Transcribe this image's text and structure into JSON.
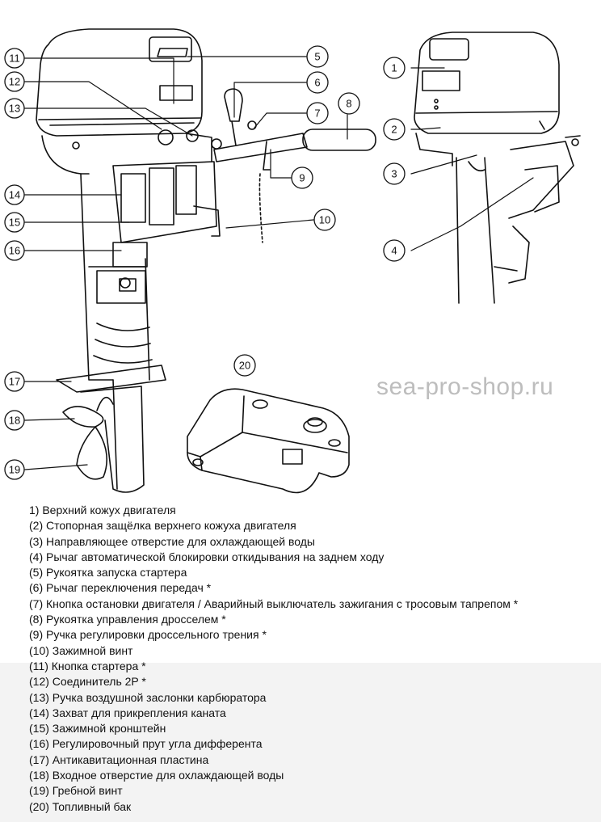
{
  "watermark": "sea-pro-shop.ru",
  "callouts": [
    "11",
    "12",
    "13",
    "14",
    "15",
    "16",
    "17",
    "18",
    "19",
    "5",
    "6",
    "7",
    "8",
    "9",
    "10",
    "1",
    "2",
    "3",
    "4",
    "20"
  ],
  "legend": [
    "1) Верхний кожух двигателя",
    "(2) Стопорная защёлка верхнего кожуха двигателя",
    "(3) Направляющее отверстие для охлаждающей воды",
    "(4) Рычаг автоматической блокировки откидывания на заднем ходу",
    "(5) Рукоятка запуска стартера",
    "(6) Рычаг переключения передач *",
    "(7) Кнопка остановки двигателя / Аварийный выключатель зажигания с тросовым тапрепом *",
    "(8) Рукоятка управления дросселем *",
    "(9) Ручка регулировки дроссельного трения *",
    "(10) Зажимной винт",
    "(11) Кнопка стартера *",
    "(12) Соединитель 2P *",
    "(13) Ручка воздушной заслонки карбюратора",
    "(14) Захват для прикрепления каната",
    "(15) Зажимной кронштейн",
    "(16) Регулировочный прут угла дифферента",
    "(17) Антикавитационная пластина",
    "(18) Входное отверстие для охлаждающей воды",
    "(19) Гребной винт",
    "(20) Топливный бак"
  ]
}
